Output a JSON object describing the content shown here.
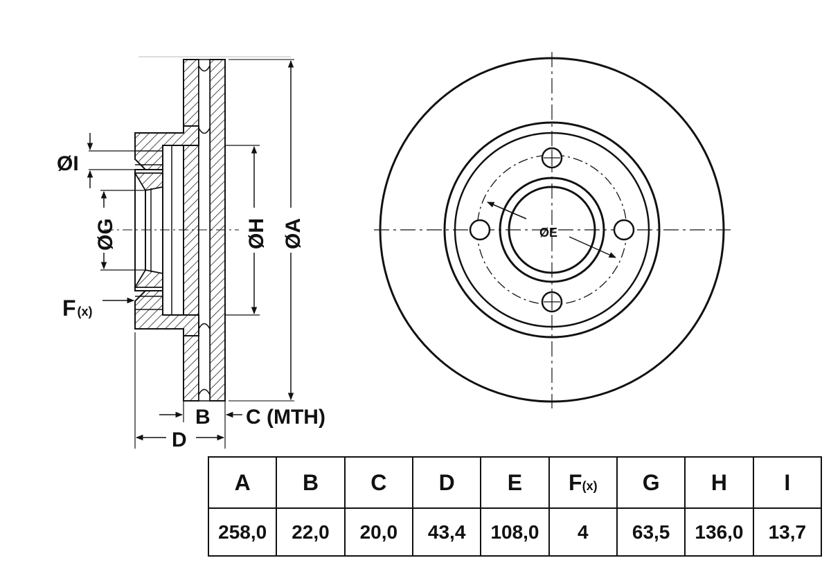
{
  "drawing": {
    "side_view": {
      "dim_I": "ØI",
      "dim_G": "ØG",
      "dim_H": "ØH",
      "dim_A": "ØA",
      "dim_F": "F",
      "dim_F_sub": "(x)",
      "dim_B": "B",
      "dim_C": "C (MTH)",
      "dim_D": "D"
    },
    "front_view": {
      "dim_E": "ØE"
    }
  },
  "table": {
    "headers": [
      {
        "main": "A",
        "sub": ""
      },
      {
        "main": "B",
        "sub": ""
      },
      {
        "main": "C",
        "sub": ""
      },
      {
        "main": "D",
        "sub": ""
      },
      {
        "main": "E",
        "sub": ""
      },
      {
        "main": "F",
        "sub": "(x)"
      },
      {
        "main": "G",
        "sub": ""
      },
      {
        "main": "H",
        "sub": ""
      },
      {
        "main": "I",
        "sub": ""
      }
    ],
    "values": [
      "258,0",
      "22,0",
      "20,0",
      "43,4",
      "108,0",
      "4",
      "63,5",
      "136,0",
      "13,7"
    ]
  }
}
